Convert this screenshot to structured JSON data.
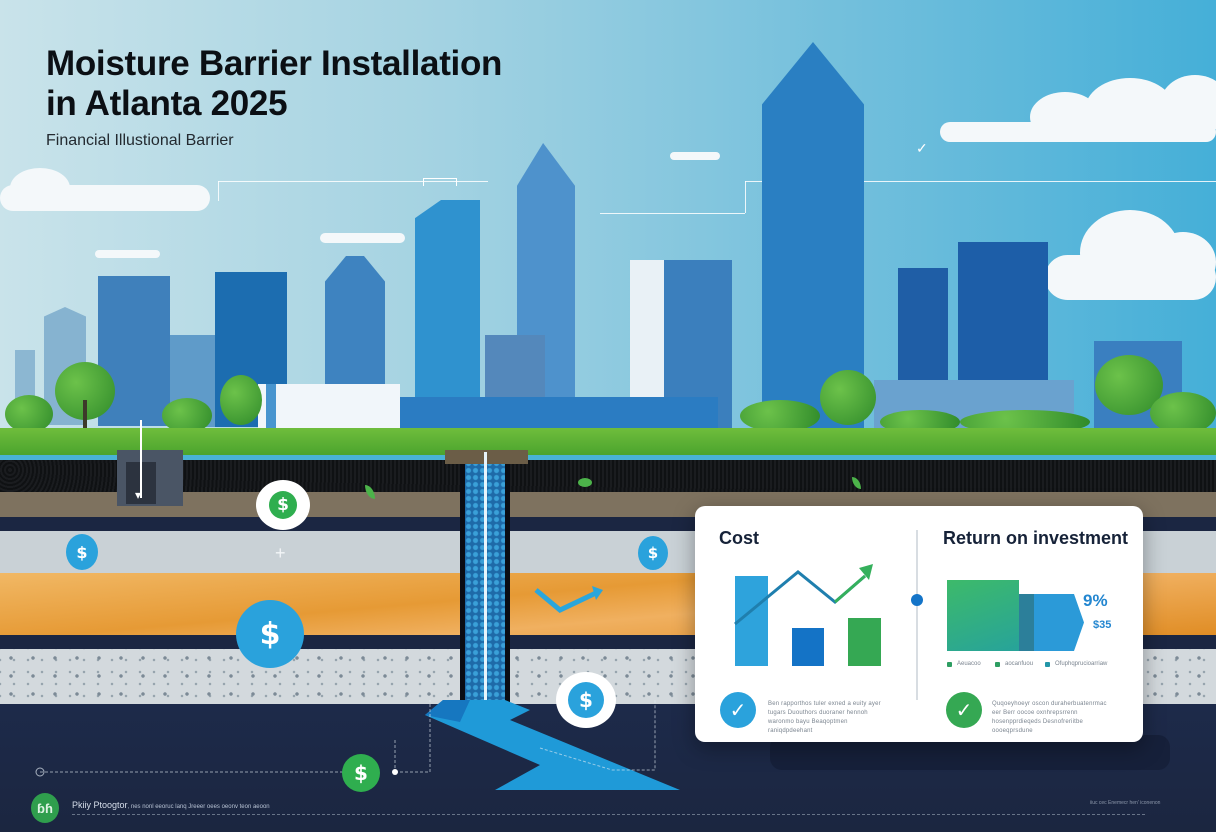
{
  "header": {
    "title_line1": "Moisture Barrier Installation",
    "title_line2": "in Atlanta 2025",
    "subtitle": "Financial Illustional Barrier"
  },
  "scene": {
    "description": "Atlanta skyline above ground with underground cross-section of soil layers and moisture barrier",
    "layers": [
      "grass",
      "soil",
      "dirt",
      "concrete",
      "sand",
      "gravel",
      "drainage"
    ],
    "icons": [
      "dollar-coin",
      "dollar-coin",
      "dollar-coin",
      "dollar-coin",
      "dollar-coin",
      "dollar-coin",
      "trend-arrow-icon",
      "down-arrow-icon",
      "checkmark-sky-icon"
    ],
    "coin_symbol": "$"
  },
  "card": {
    "cost": {
      "heading": "Cost",
      "check_icon": "✓",
      "note": "Ben rapporthos tuler exned a euity ayer tugars Duouthors duoraner hennoh waronmo bayu Beaqoptmen raniqdpdeehant",
      "colors": {
        "bar1": "#2ea3dc",
        "bar2": "#1473c6",
        "bar3": "#35a853",
        "arrow": "#2fb15a"
      }
    },
    "roi": {
      "heading": "Return on investment",
      "value_percent": "9%",
      "value_amount": "$35",
      "legend": [
        {
          "label": "Aeuacoo",
          "color": "#2e9e62"
        },
        {
          "label": "aocanfuou",
          "color": "#2e9e62"
        },
        {
          "label": "Ofuphqprucioarriaw",
          "color": "#2396a8"
        }
      ],
      "check_icon": "✓",
      "note": "Quqoeyhoeyr oscon duraherbuatenrmac eer Berr oocoe oxnhrepsrrenn hosenpprdieqeds Desnofreriitbe oooeqprsdune",
      "colors": {
        "green": "#3dba6a",
        "teal": "#2c7f9a",
        "blue": "#2b9ad8"
      }
    }
  },
  "footer": {
    "logo_text": "ɓɦ",
    "byline": "Pkiiy Ptoogtor",
    "byline_detail": ", nes nonl eeoruc lanq Jreeer oees oeonv teon aeoon",
    "right_note": "iiuc cec Enemecr hen' iconenon"
  },
  "colors": {
    "sky_left": "#c9e3ea",
    "sky_right": "#45afd8",
    "grass": "#5bb034",
    "ground_dark": "#1b2642",
    "sand": "#e69a35",
    "accent_blue": "#2386d0",
    "accent_green": "#35a853"
  }
}
